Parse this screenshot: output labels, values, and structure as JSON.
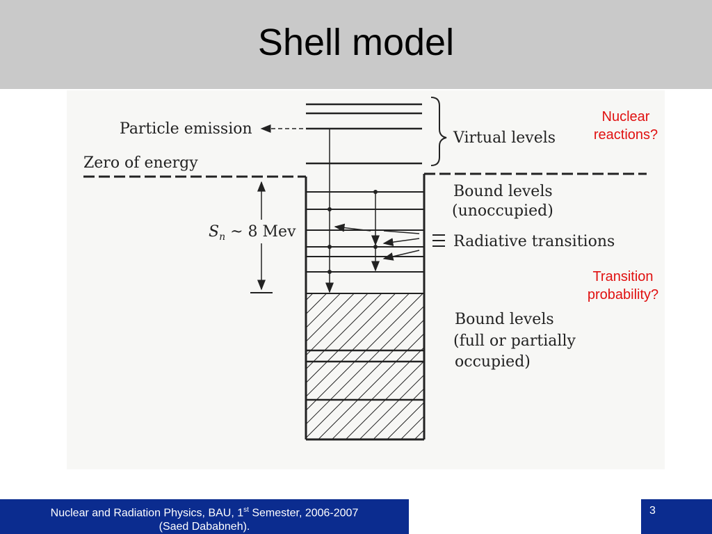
{
  "slide": {
    "title": "Shell model",
    "page_number": "3"
  },
  "diagram": {
    "labels": {
      "particle_emission": "Particle emission",
      "zero_of_energy": "Zero of energy",
      "virtual_levels": "Virtual levels",
      "sn_symbol": "S",
      "sn_subscript": "n",
      "sn_value": " ~ 8 Mev",
      "bound_unoccupied_1": "Bound levels",
      "bound_unoccupied_2": "(unoccupied)",
      "radiative_transitions": "Radiative transitions",
      "bound_occupied_1": "Bound levels",
      "bound_occupied_2": "(full or partially",
      "bound_occupied_3": "occupied)"
    }
  },
  "notes": {
    "nuclear_reactions": [
      "Nuclear",
      "reactions?"
    ],
    "transition_probability": [
      "Transition",
      "probability?"
    ]
  },
  "footer": {
    "text_before_sup": "Nuclear and Radiation Physics, BAU, 1",
    "sup": "st",
    "text_after_sup": " Semester, 2006-2007",
    "line2": "(Saed Dababneh)."
  },
  "colors": {
    "title_bar": "#c9c9c9",
    "footer": "#0b2c8f",
    "note_text": "#e01010",
    "line": "#222222"
  }
}
